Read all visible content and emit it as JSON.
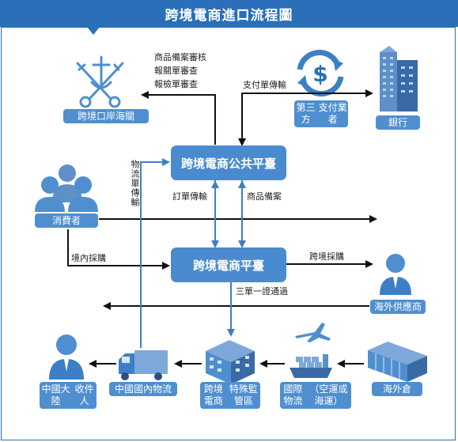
{
  "title": "跨境電商進口流程圖",
  "nodes": {
    "customs": "跨境口岸海關",
    "third_party_line1": "第三方",
    "third_party_line2": "支付業者",
    "bank": "銀行",
    "public_platform": "跨境電商公共平臺",
    "consumer": "消費者",
    "platform": "跨境電商平臺",
    "overseas_supplier": "海外供應商",
    "recipient_line1": "中國大陸",
    "recipient_line2": "收件人",
    "domestic_logistics": "中國國內物流",
    "zone_line1": "跨境電商",
    "zone_line2": "特殊監管區",
    "intl_logistics_line1": "國際物流",
    "intl_logistics_line2": "（空運或海運）",
    "overseas_warehouse": "海外倉"
  },
  "edges": {
    "customs_review_1": "商品備案審核",
    "customs_review_2": "報關單審查",
    "customs_review_3": "報檢單審查",
    "payment_transfer": "支付單傳輸",
    "logistics_transfer": "物流單傳輸",
    "order_transfer": "訂單傳輸",
    "product_filing": "商品備案",
    "domestic_purchase": "境內採購",
    "cross_border_purchase": "跨境採購",
    "three_docs": "三單一證通過"
  },
  "icons": [
    "keys-anchor-icon",
    "dollar-cycle-icon",
    "bank-building-icon",
    "consumers-icon",
    "supplier-person-icon",
    "recipient-person-icon",
    "truck-icon",
    "warehouse-building-icon",
    "plane-ship-icon",
    "warehouse-icon"
  ],
  "colors": {
    "accent": "#2a6fb8",
    "box": "#4f8fcf",
    "blue_line": "#3d7fc6",
    "black_line": "#111111"
  }
}
